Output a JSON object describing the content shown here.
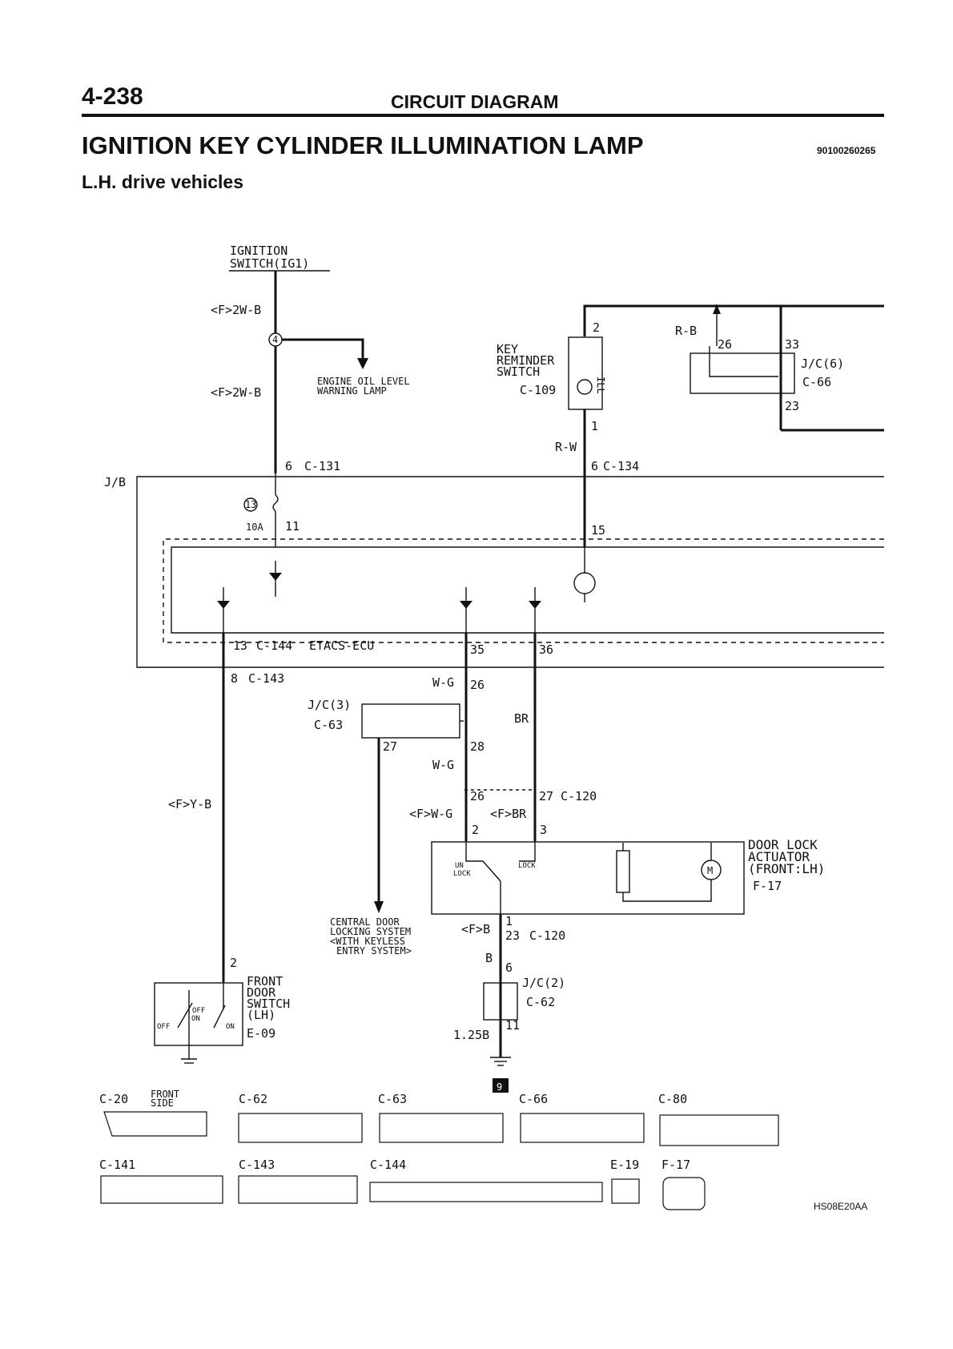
{
  "header": {
    "page_number": "4-238",
    "section": "CIRCUIT DIAGRAM",
    "title": "IGNITION KEY CYLINDER ILLUMINATION LAMP",
    "doc_code": "90100260265",
    "subtitle": "L.H. drive vehicles"
  },
  "figure_code": "HS08E20AA",
  "diagram": {
    "ign_switch_1": "IGNITION",
    "ign_switch_2": "SWITCH(IG1)",
    "wire_f2wb_top": "<F>2W-B",
    "wire_f2wb_mid": "<F>2W-B",
    "splice_4": "4",
    "oil_lamp_1": "ENGINE OIL LEVEL",
    "oil_lamp_2": "WARNING LAMP",
    "pin_6_c131": "6",
    "conn_c131": "C-131",
    "jb": "J/B",
    "fuse_13": "13",
    "fuse_10a": "10A",
    "pin_11": "11",
    "pin_15": "15",
    "key_rem_1": "KEY",
    "key_rem_2": "REMINDER",
    "key_rem_3": "SWITCH",
    "conn_c109": "C-109",
    "ill": "ILL",
    "pin_2_key": "2",
    "pin_1_key": "1",
    "wire_rw": "R-W",
    "pin_6_c134": "6",
    "conn_c134": "C-134",
    "wire_rb": "R-B",
    "pin_26_jc6": "26",
    "pin_33": "33",
    "jc6": "J/C(6)",
    "conn_c66_top": "C-66",
    "pin_23_jc6": "23",
    "pin_13": "13",
    "conn_c144": "C-144",
    "etacs": "ETACS-ECU",
    "pin_35": "35",
    "pin_36": "36",
    "pin_8": "8",
    "conn_c143": "C-143",
    "wire_wg_top": "W-G",
    "pin_26_jc3": "26",
    "jc3": "J/C(3)",
    "conn_c63": "C-63",
    "wire_br": "BR",
    "pin_27_jc3": "27",
    "pin_28": "28",
    "wire_wg_mid": "W-G",
    "wire_fyb": "<F>Y-B",
    "pin_26_c120": "26",
    "pin_27_c120": "27",
    "conn_c120_top": "C-120",
    "wire_fwg": "<F>W-G",
    "wire_fbr": "<F>BR",
    "pin_2_act": "2",
    "pin_3_act": "3",
    "door_lock_1": "DOOR LOCK",
    "door_lock_2": "ACTUATOR",
    "door_lock_3": "(FRONT:LH)",
    "conn_f17": "F-17",
    "unlock_1": "UN",
    "unlock_2": "LOCK",
    "lock": "LOCK",
    "motor": "M",
    "central_1": "CENTRAL DOOR",
    "central_2": "LOCKING SYSTEM",
    "central_3": "<WITH KEYLESS",
    "central_4": "ENTRY SYSTEM>",
    "pin_1_act": "1",
    "wire_fb": "<F>B",
    "pin_23_c120": "23",
    "conn_c120_bot": "C-120",
    "wire_b": "B",
    "pin_6_jc2": "6",
    "jc2": "J/C(2)",
    "conn_c62": "C-62",
    "pin_11_jc2": "11",
    "wire_125b": "1.25B",
    "ground_9": "9",
    "pin_2_door": "2",
    "front_door_1": "FRONT",
    "front_door_2": "DOOR",
    "front_door_3": "SWITCH",
    "front_door_4": "(LH)",
    "conn_e09": "E-09",
    "off_1": "OFF",
    "on_1": "ON",
    "off_2": "OFF",
    "on_2": "ON"
  },
  "connector_views": {
    "c20": {
      "label": "C-20",
      "note_1": "FRONT",
      "note_2": "SIDE"
    },
    "c62": {
      "label": "C-62"
    },
    "c63": {
      "label": "C-63"
    },
    "c66": {
      "label": "C-66"
    },
    "c80": {
      "label": "C-80"
    },
    "c141": {
      "label": "C-141"
    },
    "c143": {
      "label": "C-143"
    },
    "c144": {
      "label": "C-144"
    },
    "e19": {
      "label": "E-19"
    },
    "f17": {
      "label": "F-17"
    }
  }
}
